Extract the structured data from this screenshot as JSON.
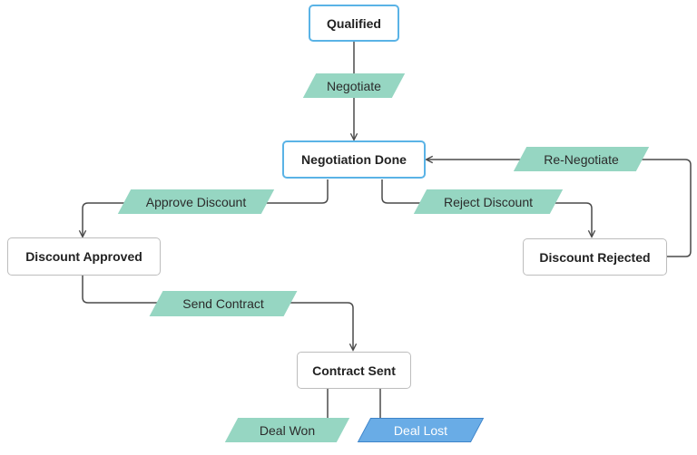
{
  "diagram": {
    "states": {
      "qualified": "Qualified",
      "negotiation_done": "Negotiation Done",
      "discount_approved": "Discount Approved",
      "discount_rejected": "Discount Rejected",
      "contract_sent": "Contract Sent"
    },
    "transitions": {
      "negotiate": "Negotiate",
      "approve_discount": "Approve Discount",
      "reject_discount": "Reject Discount",
      "re_negotiate": "Re-Negotiate",
      "send_contract": "Send Contract",
      "deal_won": "Deal Won",
      "deal_lost": "Deal Lost"
    },
    "colors": {
      "highlight_border": "#5ab3e6",
      "transition_fill": "#96d6c2",
      "lost_fill": "#69ace6"
    }
  }
}
